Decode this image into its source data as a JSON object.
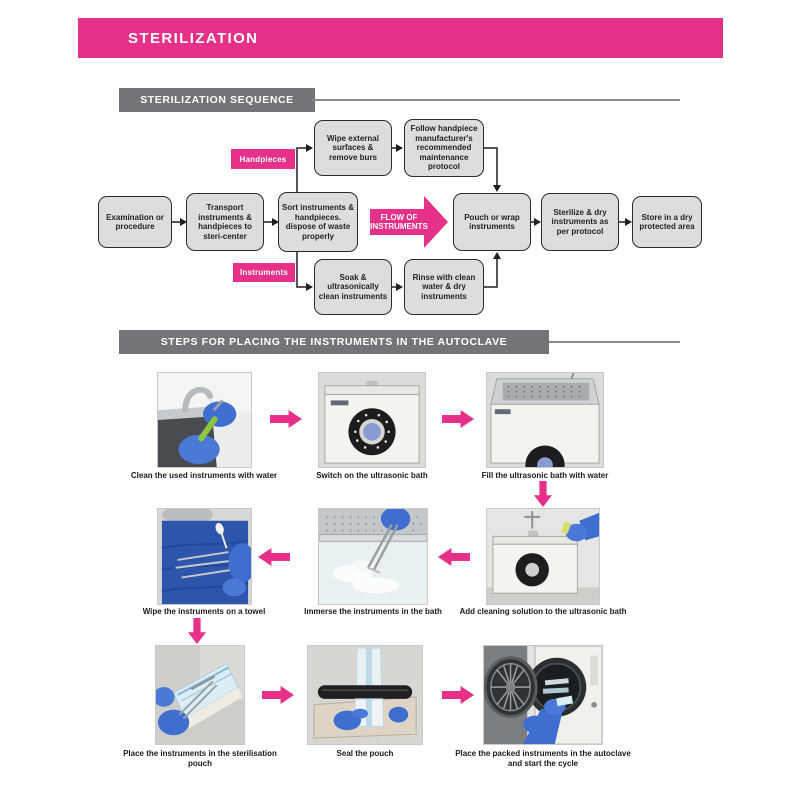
{
  "header": {
    "title": "STERILIZATION"
  },
  "colors": {
    "accent_pink": "#E7308A",
    "section_header_gray": "#737477",
    "flow_box_fill": "#DDDDDC",
    "text": "#231F20"
  },
  "section_sequence": {
    "title": "STERILIZATION SEQUENCE",
    "flow_arrow": {
      "line1": "FLOW OF",
      "line2": "INSTRUMENTS"
    },
    "labels": {
      "handpieces": "Handpieces",
      "instruments": "Instruments"
    },
    "boxes": {
      "examination": "Examination or procedure",
      "transport": "Transport instruments & handpieces to steri-center",
      "sort": "Sort instruments & handpieces. dispose of waste properly",
      "pouch": "Pouch or wrap instruments",
      "sterilize": "Sterilize & dry instruments as per protocol",
      "store": "Store in a dry protected area",
      "wipe": "Wipe external surfaces & remove burs",
      "follow": "Follow handpiece manufacturer's recommended maintenance protocol",
      "soak": "Soak & ultrasonically clean instruments",
      "rinse": "Rinse with clean water & dry instruments"
    }
  },
  "section_steps": {
    "title": "STEPS FOR PLACING THE INSTRUMENTS IN THE AUTOCLAVE",
    "steps": [
      {
        "caption": "Clean the used instruments with water"
      },
      {
        "caption": "Switch on the ultrasonic bath"
      },
      {
        "caption": "Fill the ultrasonic bath with water"
      },
      {
        "caption": "Add cleaning solution to the ultrasonic bath"
      },
      {
        "caption": "Immerse the instruments in the bath"
      },
      {
        "caption": "Wipe the instruments on a towel"
      },
      {
        "caption": "Place the instruments in the sterilisation pouch"
      },
      {
        "caption": "Seal the pouch"
      },
      {
        "caption": "Place the packed instruments in the autoclave and start the cycle"
      }
    ]
  }
}
